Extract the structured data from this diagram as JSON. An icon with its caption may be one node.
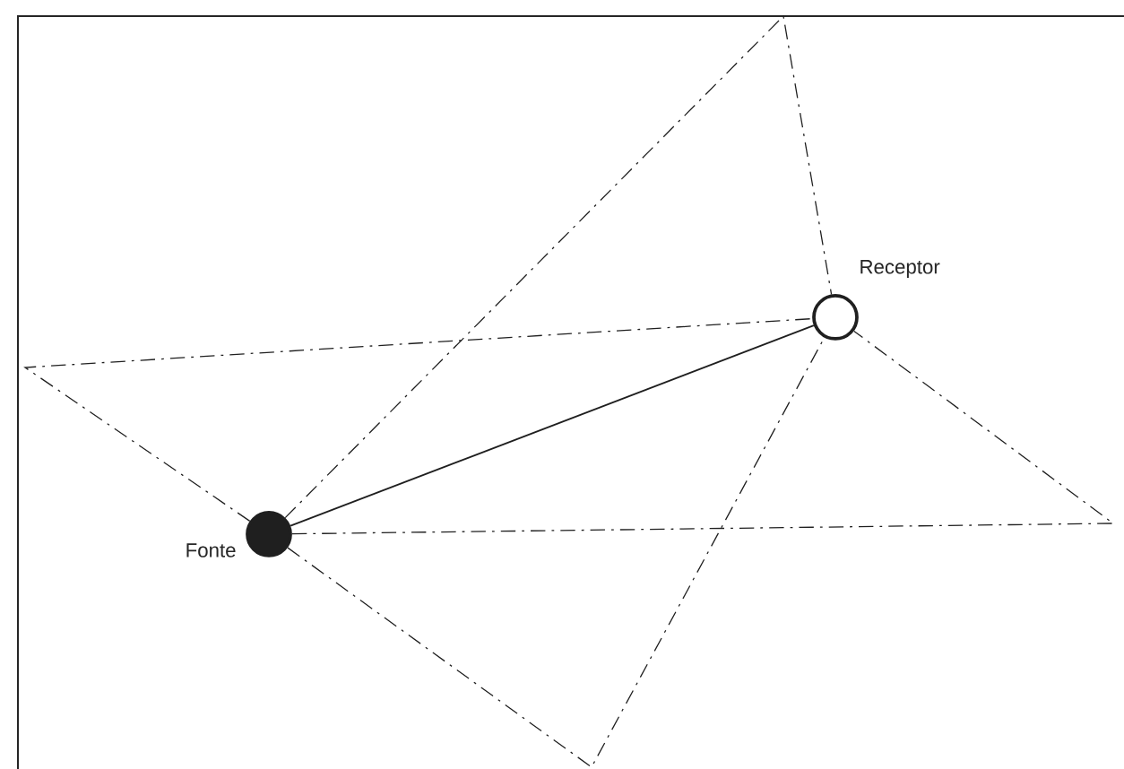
{
  "diagram": {
    "nodes": [
      {
        "text": [],
        "shape": "circle",
        "beside": [
          "Fonte"
        ]
      },
      {
        "text": [],
        "shape": "circle",
        "beside": [
          "Receptor"
        ]
      }
    ],
    "edges": [
      {
        "from": 0,
        "to": 1,
        "arrow": "none"
      },
      {
        "from": 0,
        "to": 1,
        "arrow": "none",
        "style": "dashed"
      },
      {
        "from": 0,
        "to": 1,
        "arrow": "none",
        "style": "dashed"
      },
      {
        "from": 0,
        "to": 1,
        "arrow": "none",
        "style": "dashed"
      },
      {
        "from": 0,
        "to": 1,
        "arrow": "none",
        "style": "dashed"
      }
    ]
  }
}
